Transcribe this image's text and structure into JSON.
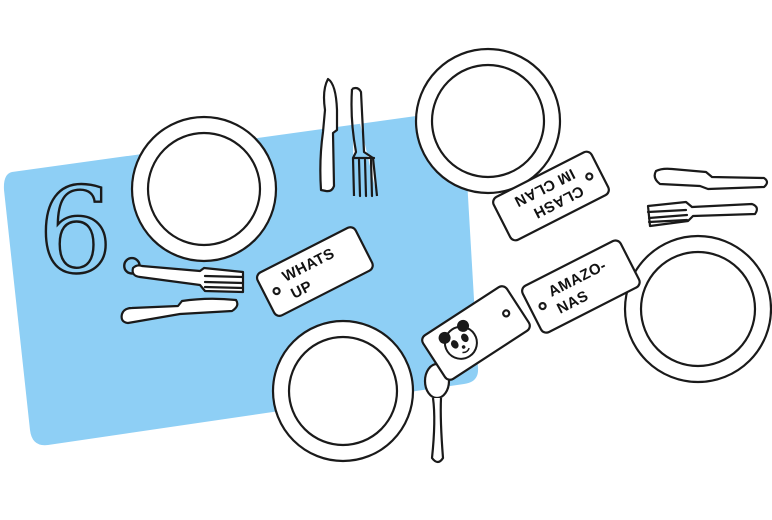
{
  "step_number": "6.",
  "name_cards": [
    {
      "lines": [
        "WHATS",
        "UP"
      ]
    },
    {
      "lines": [
        "CLASH",
        "IM CLAN"
      ]
    },
    {
      "lines": [
        "AMAZO-",
        "NAS"
      ]
    }
  ],
  "panda_card": {
    "icon": "panda-icon"
  },
  "colors": {
    "placemat": "#8ecff5",
    "ink": "#1a1a1a",
    "background": "#ffffff"
  }
}
